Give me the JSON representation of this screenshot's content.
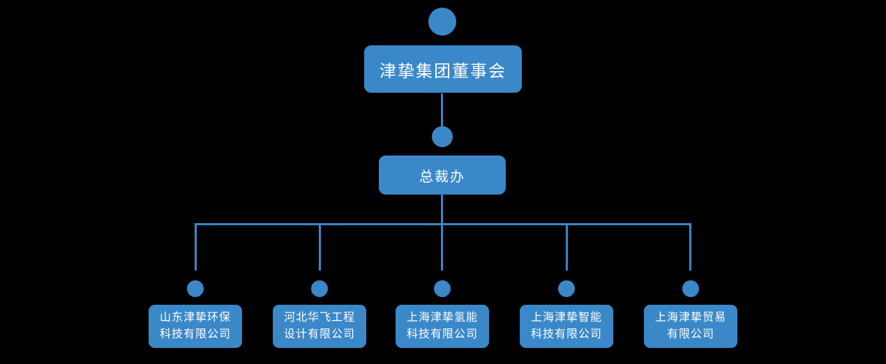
{
  "colors": {
    "node_fill": "#3B88C9",
    "connector": "#3B88C9",
    "node_text": "#FFFFFF",
    "background": "#000000"
  },
  "org_chart": {
    "root": {
      "label": "津挚集团董事会"
    },
    "office": {
      "label": "总裁办"
    },
    "subsidiaries": [
      {
        "line1": "山东津挚环保",
        "line2": "科技有限公司"
      },
      {
        "line1": "河北华飞工程",
        "line2": "设计有限公司"
      },
      {
        "line1": "上海津挚氢能",
        "line2": "科技有限公司"
      },
      {
        "line1": "上海津挚智能",
        "line2": "科技有限公司"
      },
      {
        "line1": "上海津挚贸易",
        "line2": "有限公司"
      }
    ]
  }
}
